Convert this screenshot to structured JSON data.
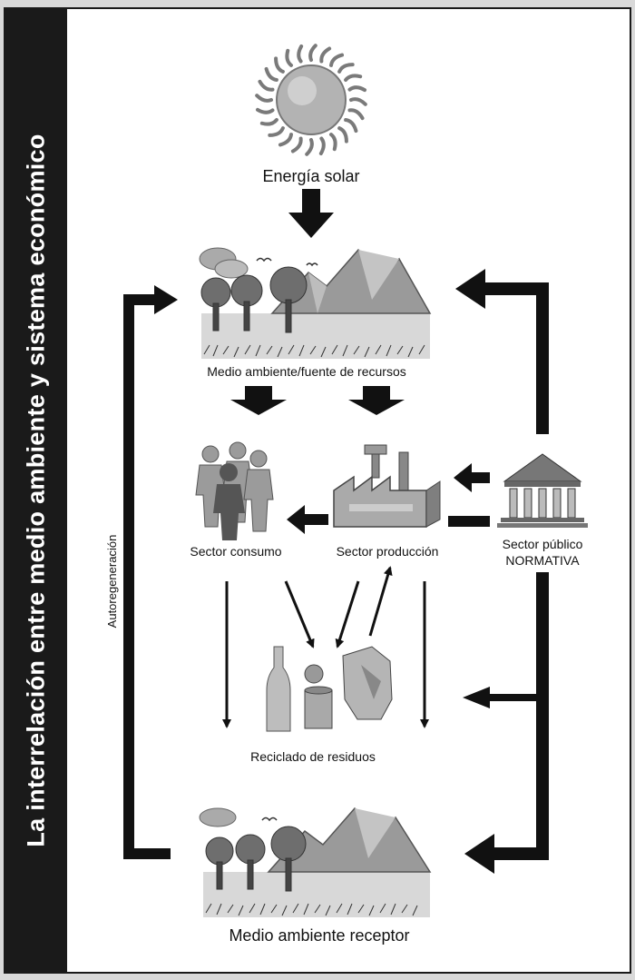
{
  "title": "La interrelación entre medio ambiente y sistema económico",
  "nodes": {
    "sun": "Energía solar",
    "environment_source": "Medio ambiente/fuente de recursos",
    "consumption": "Sector consumo",
    "production": "Sector producción",
    "public_sector": "Sector público",
    "regulation": "NORMATIVA",
    "recycling": "Reciclado de residuos",
    "receiving_environment": "Medio ambiente receptor"
  },
  "feedback_label": "Autoregeneración",
  "icons": [
    "sun-icon",
    "landscape-icon",
    "people-icon",
    "factory-icon",
    "government-building-icon",
    "bottle-icon",
    "can-icon",
    "carton-icon"
  ],
  "colors": {
    "frame": "#1a1a1a",
    "arrow": "#111111",
    "figure": "#8c8c8c"
  }
}
